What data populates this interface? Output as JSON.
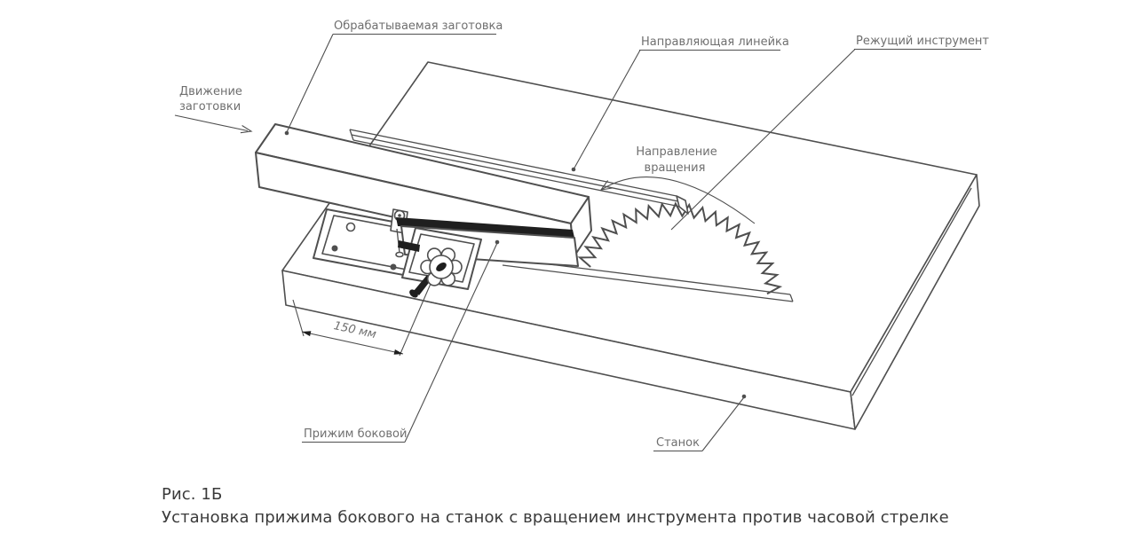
{
  "figure": {
    "caption_line1": "Рис. 1Б",
    "caption_line2": "Установка прижима бокового на станок с вращением инструмента против часовой стрелке"
  },
  "labels": {
    "workpiece": "Обрабатываемая заготовка",
    "guide_rail": "Направляющая линейка",
    "cutting_tool": "Режущий инструмент",
    "movement_line1": "Движение",
    "movement_line2": "заготовки",
    "rotation_line1": "Направление",
    "rotation_line2": "вращения",
    "dimension_value": "150 мм",
    "side_clamp": "Прижим боковой",
    "machine": "Станок"
  },
  "icons": {
    "feed_arrow": "feed-direction-arrow",
    "rotation_arrow": "rotation-direction-arc-arrow",
    "dimension_arrows": "dimension-arrowheads"
  },
  "colors": {
    "line": "#4f4f4f",
    "dark": "#1f1f1f",
    "label": "#6f6f6f",
    "caption": "#3a3a3a",
    "bg": "#ffffff"
  }
}
